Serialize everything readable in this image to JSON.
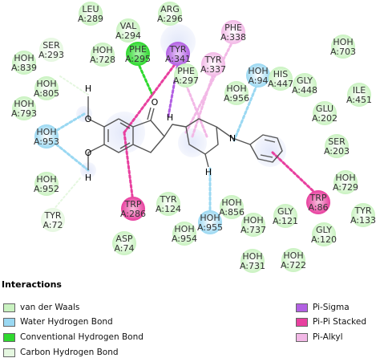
{
  "colors": {
    "van_der_waals": "#c9f2c0",
    "water_hbond": "#9ad8f2",
    "conventional_hbond": "#2fd92f",
    "carbon_hbond": "#e5f7e0",
    "pi_sigma": "#b260e3",
    "pi_pi_stacked": "#e8409f",
    "pi_alkyl": "#f2b8e6",
    "bond": "#555555"
  },
  "residues": [
    {
      "name": "LEU",
      "num": "A:289",
      "type": "van_der_waals"
    },
    {
      "name": "VAL",
      "num": "A:294",
      "type": "van_der_waals"
    },
    {
      "name": "ARG",
      "num": "A:296",
      "type": "van_der_waals"
    },
    {
      "name": "SER",
      "num": "A:293",
      "type": "carbon_hbond"
    },
    {
      "name": "HOH",
      "num": "A:839",
      "type": "van_der_waals"
    },
    {
      "name": "HOH",
      "num": "A:728",
      "type": "van_der_waals"
    },
    {
      "name": "PHE",
      "num": "A:295",
      "type": "conventional_hbond"
    },
    {
      "name": "TYR",
      "num": "A:341",
      "type": "pi_sigma"
    },
    {
      "name": "PHE",
      "num": "A:338",
      "type": "pi_alkyl"
    },
    {
      "name": "HOH",
      "num": "A:703",
      "type": "van_der_waals"
    },
    {
      "name": "PHE",
      "num": "A:297",
      "type": "van_der_waals"
    },
    {
      "name": "TYR",
      "num": "A:337",
      "type": "pi_alkyl"
    },
    {
      "name": "HOH",
      "num": "A:94",
      "type": "water_hbond"
    },
    {
      "name": "HIS",
      "num": "A:447",
      "type": "van_der_waals"
    },
    {
      "name": "HOH",
      "num": "A:805",
      "type": "van_der_waals"
    },
    {
      "name": "HOH",
      "num": "A:956",
      "type": "van_der_waals"
    },
    {
      "name": "GLY",
      "num": "A:448",
      "type": "van_der_waals"
    },
    {
      "name": "ILE",
      "num": "A:451",
      "type": "van_der_waals"
    },
    {
      "name": "HOH",
      "num": "A:793",
      "type": "van_der_waals"
    },
    {
      "name": "GLU",
      "num": "A:202",
      "type": "van_der_waals"
    },
    {
      "name": "HOH",
      "num": "A:953",
      "type": "water_hbond"
    },
    {
      "name": "SER",
      "num": "A:203",
      "type": "van_der_waals"
    },
    {
      "name": "HOH",
      "num": "A:952",
      "type": "van_der_waals"
    },
    {
      "name": "HOH",
      "num": "A:729",
      "type": "van_der_waals"
    },
    {
      "name": "TRP",
      "num": "A:286",
      "type": "pi_pi_stacked"
    },
    {
      "name": "TYR",
      "num": "A:124",
      "type": "van_der_waals"
    },
    {
      "name": "HOH",
      "num": "A:856",
      "type": "van_der_waals"
    },
    {
      "name": "TRP",
      "num": "A:86",
      "type": "pi_pi_stacked"
    },
    {
      "name": "TYR",
      "num": "A:72",
      "type": "carbon_hbond"
    },
    {
      "name": "HOH",
      "num": "A:955",
      "type": "water_hbond"
    },
    {
      "name": "HOH",
      "num": "A:737",
      "type": "van_der_waals"
    },
    {
      "name": "GLY",
      "num": "A:121",
      "type": "van_der_waals"
    },
    {
      "name": "TYR",
      "num": "A:133",
      "type": "van_der_waals"
    },
    {
      "name": "HOH",
      "num": "A:954",
      "type": "van_der_waals"
    },
    {
      "name": "ASP",
      "num": "A:74",
      "type": "van_der_waals"
    },
    {
      "name": "GLY",
      "num": "A:120",
      "type": "van_der_waals"
    },
    {
      "name": "HOH",
      "num": "A:731",
      "type": "van_der_waals"
    },
    {
      "name": "HOH",
      "num": "A:722",
      "type": "van_der_waals"
    }
  ],
  "atoms": {
    "ketone_o": "O",
    "oh_top_o": "O",
    "oh_top_h": "H",
    "oh_bottom_o": "O",
    "oh_bottom_h": "H",
    "ch_h": "H",
    "piperidine_h": "H",
    "nitrogen": "N"
  },
  "legend": {
    "title": "Interactions",
    "items": [
      {
        "key": "van_der_waals",
        "label": "van der Waals"
      },
      {
        "key": "water_hbond",
        "label": "Water Hydrogen Bond"
      },
      {
        "key": "conventional_hbond",
        "label": "Conventional Hydrogen Bond"
      },
      {
        "key": "carbon_hbond",
        "label": "Carbon Hydrogen Bond"
      },
      {
        "key": "pi_sigma",
        "label": "Pi-Sigma"
      },
      {
        "key": "pi_pi_stacked",
        "label": "Pi-Pi Stacked"
      },
      {
        "key": "pi_alkyl",
        "label": "Pi-Alkyl"
      }
    ]
  }
}
